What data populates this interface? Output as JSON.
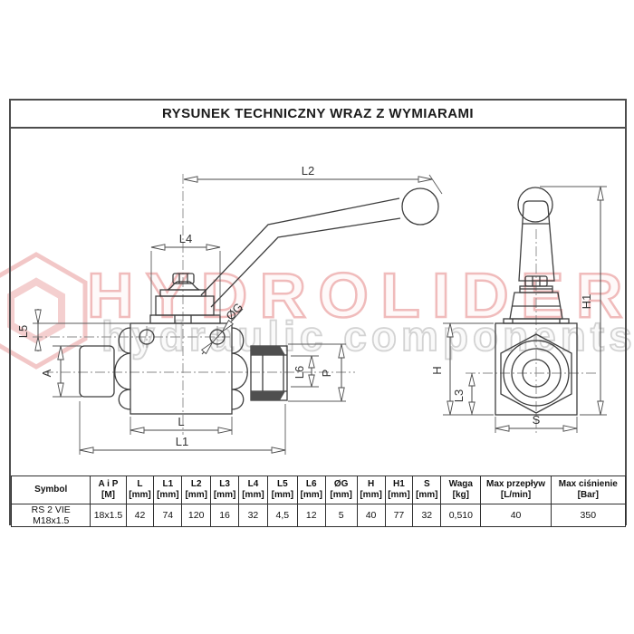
{
  "title": "RYSUNEK TECHNICZNY WRAZ Z WYMIARAMI",
  "watermark": {
    "brand": "HYDROLIDER",
    "tagline": "hydraulic components",
    "brand_color": "#e07a7a",
    "tagline_color": "#aaaaaa"
  },
  "drawing": {
    "labels": {
      "L2": "L2",
      "L4": "L4",
      "L5": "L5",
      "A": "A",
      "OG": "ØG",
      "L": "L",
      "L1": "L1",
      "L6": "L6",
      "P": "P",
      "H1": "H1",
      "H": "H",
      "L3": "L3",
      "S": "S"
    }
  },
  "table": {
    "columns": [
      {
        "label": "Symbol",
        "unit": ""
      },
      {
        "label": "A i P",
        "unit": "[M]"
      },
      {
        "label": "L",
        "unit": "[mm]"
      },
      {
        "label": "L1",
        "unit": "[mm]"
      },
      {
        "label": "L2",
        "unit": "[mm]"
      },
      {
        "label": "L3",
        "unit": "[mm]"
      },
      {
        "label": "L4",
        "unit": "[mm]"
      },
      {
        "label": "L5",
        "unit": "[mm]"
      },
      {
        "label": "L6",
        "unit": "[mm]"
      },
      {
        "label": "ØG",
        "unit": "[mm]"
      },
      {
        "label": "H",
        "unit": "[mm]"
      },
      {
        "label": "H1",
        "unit": "[mm]"
      },
      {
        "label": "S",
        "unit": "[mm]"
      },
      {
        "label": "Waga",
        "unit": "[kg]"
      },
      {
        "label": "Max przepływ",
        "unit": "[L/min]"
      },
      {
        "label": "Max ciśnienie",
        "unit": "[Bar]"
      }
    ],
    "rows": [
      [
        "RS 2 VIE M18x1.5",
        "18x1.5",
        "42",
        "74",
        "120",
        "16",
        "32",
        "4,5",
        "12",
        "5",
        "40",
        "77",
        "32",
        "0,510",
        "40",
        "350"
      ]
    ]
  }
}
